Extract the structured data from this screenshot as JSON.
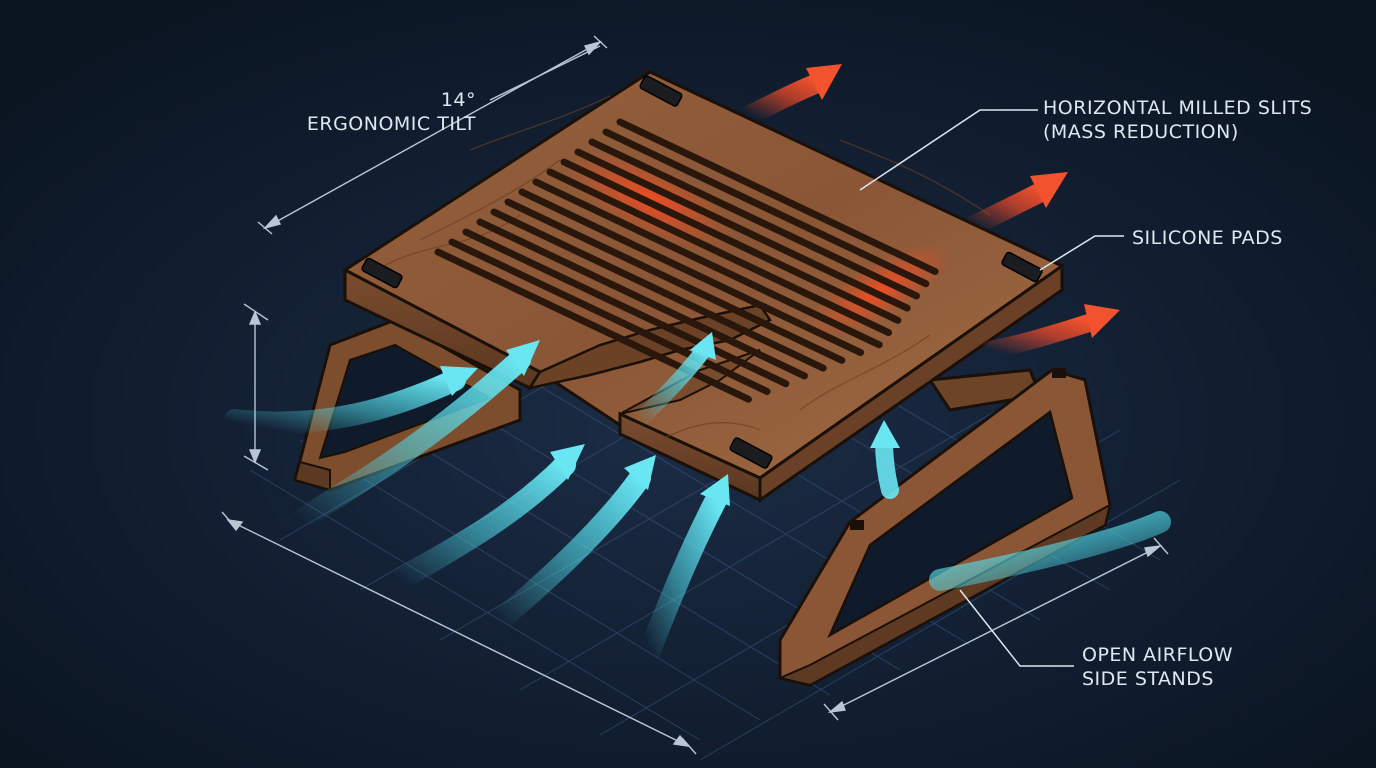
{
  "callouts": {
    "tilt": {
      "angle": "14°",
      "text": "ERGONOMIC TILT"
    },
    "slits": {
      "line1": "HORIZONTAL MILLED SLITS",
      "line2": "(MASS REDUCTION)"
    },
    "pads": {
      "text": "SILICONE PADS"
    },
    "stands": {
      "line1": "OPEN AIRFLOW",
      "line2": "SIDE STANDS"
    }
  },
  "colors": {
    "background": "#0e1a29",
    "wood": "#8a5a38",
    "wood_dark": "#5c3a22",
    "outline": "#1a1008",
    "cool_air": "#4fd6e6",
    "hot_air": "#ee4a2a",
    "dimension_line": "#b9c6d6",
    "grid": "#3c5a86"
  },
  "icons": {
    "cool_air": "cyan-airflow-arrow",
    "hot_air": "red-exhaust-arrow",
    "pad": "silicone-pad"
  }
}
